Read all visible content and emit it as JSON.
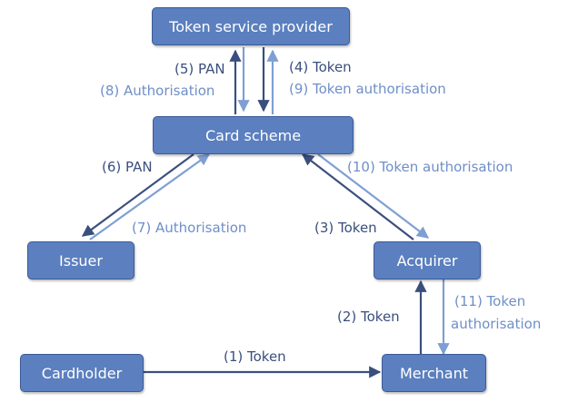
{
  "nodes": {
    "tsp": "Token service provider",
    "card_scheme": "Card scheme",
    "issuer": "Issuer",
    "acquirer": "Acquirer",
    "cardholder": "Cardholder",
    "merchant": "Merchant"
  },
  "edges": {
    "e1": "(1) Token",
    "e2": "(2) Token",
    "e3": "(3) Token",
    "e4": "(4) Token",
    "e5": "(5) PAN",
    "e6": "(6) PAN",
    "e7": "(7) Authorisation",
    "e8": "(8) Authorisation",
    "e9": "(9) Token authorisation",
    "e10": "(10) Token authorisation",
    "e11a": "(11) Token",
    "e11b": "authorisation"
  },
  "colors": {
    "box_fill": "#5b7fbf",
    "box_border": "#3c5a96",
    "dark_arrow": "#3a4f7e",
    "light_arrow": "#7f9fd4"
  }
}
